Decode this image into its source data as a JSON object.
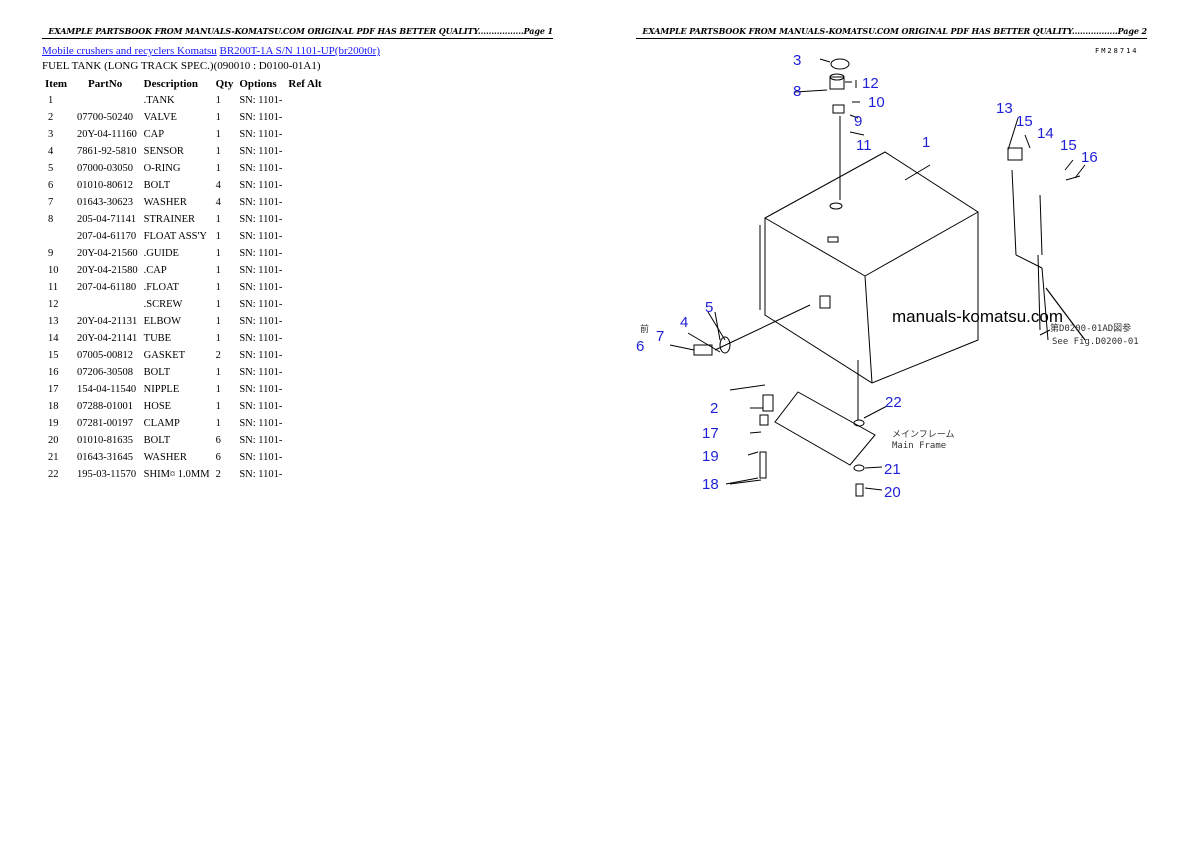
{
  "header": {
    "page1": "EXAMPLE PARTSBOOK FROM MANUALS-KOMATSU.COM ORIGINAL PDF HAS BETTER QUALITY.................Page 1",
    "page2": "EXAMPLE PARTSBOOK FROM MANUALS-KOMATSU.COM ORIGINAL PDF HAS BETTER QUALITY.................Page 2"
  },
  "breadcrumb": {
    "link1": "Mobile crushers and recyclers Komatsu",
    "link2": "BR200T-1A S/N 1101-UP(br200t0r)"
  },
  "subtitle": "FUEL TANK (LONG TRACK SPEC.)(090010 : D0100-01A1)",
  "table": {
    "headers": [
      "Item",
      "PartNo",
      "Description",
      "Qty",
      "Options",
      "Ref Alt"
    ],
    "rows": [
      [
        "1",
        "",
        ".TANK",
        "1",
        "SN: 1101-"
      ],
      [
        "2",
        "07700-50240",
        "VALVE",
        "1",
        "SN: 1101-"
      ],
      [
        "3",
        "20Y-04-11160",
        "CAP",
        "1",
        "SN: 1101-"
      ],
      [
        "4",
        "7861-92-5810",
        "SENSOR",
        "1",
        "SN: 1101-"
      ],
      [
        "5",
        "07000-03050",
        "O-RING",
        "1",
        "SN: 1101-"
      ],
      [
        "6",
        "01010-80612",
        "BOLT",
        "4",
        "SN: 1101-"
      ],
      [
        "7",
        "01643-30623",
        "WASHER",
        "4",
        "SN: 1101-"
      ],
      [
        "8",
        "205-04-71141",
        "STRAINER",
        "1",
        "SN: 1101-"
      ],
      [
        "",
        "207-04-61170",
        "FLOAT ASS'Y",
        "1",
        "SN: 1101-"
      ],
      [
        "9",
        "20Y-04-21560",
        ".GUIDE",
        "1",
        "SN: 1101-"
      ],
      [
        "10",
        "20Y-04-21580",
        ".CAP",
        "1",
        "SN: 1101-"
      ],
      [
        "11",
        "207-04-61180",
        ".FLOAT",
        "1",
        "SN: 1101-"
      ],
      [
        "12",
        "",
        ".SCREW",
        "1",
        "SN: 1101-"
      ],
      [
        "13",
        "20Y-04-21131",
        "ELBOW",
        "1",
        "SN: 1101-"
      ],
      [
        "14",
        "20Y-04-21141",
        "TUBE",
        "1",
        "SN: 1101-"
      ],
      [
        "15",
        "07005-00812",
        "GASKET",
        "2",
        "SN: 1101-"
      ],
      [
        "16",
        "07206-30508",
        "BOLT",
        "1",
        "SN: 1101-"
      ],
      [
        "17",
        "154-04-11540",
        "NIPPLE",
        "1",
        "SN: 1101-"
      ],
      [
        "18",
        "07288-01001",
        "HOSE",
        "1",
        "SN: 1101-"
      ],
      [
        "19",
        "07281-00197",
        "CLAMP",
        "1",
        "SN: 1101-"
      ],
      [
        "20",
        "01010-81635",
        "BOLT",
        "6",
        "SN: 1101-"
      ],
      [
        "21",
        "01643-31645",
        "WASHER",
        "6",
        "SN: 1101-"
      ],
      [
        "22",
        "195-03-11570",
        "SHIM¤ 1.0MM",
        "2",
        "SN: 1101-"
      ]
    ]
  },
  "diagram": {
    "code": "FM28714",
    "watermark": "manuals-komatsu.com",
    "ref_jp": "第D0200-01AD図参",
    "ref_en": "See Fig.D0200-01",
    "main_frame_jp": "メインフレーム",
    "main_frame_en": "Main Frame",
    "left_jp": "前",
    "callouts": [
      "1",
      "2",
      "3",
      "4",
      "5",
      "6",
      "7",
      "8",
      "9",
      "10",
      "11",
      "12",
      "13",
      "14",
      "15",
      "15",
      "16",
      "17",
      "18",
      "19",
      "20",
      "21",
      "22"
    ]
  }
}
